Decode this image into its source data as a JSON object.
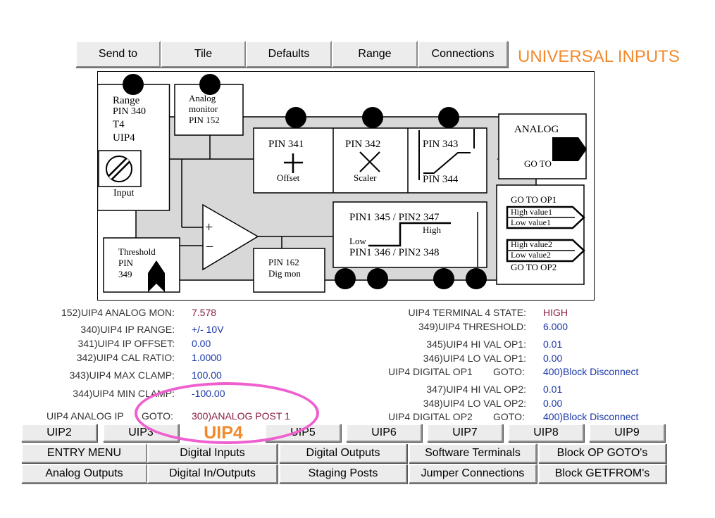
{
  "top_toolbar": {
    "buttons": [
      "Send to",
      "Tile",
      "Defaults",
      "Range",
      "Connections"
    ]
  },
  "page_title": "UNIVERSAL INPUTS",
  "accent_color": "#f28a2c",
  "annotation_color": "#ef5fcf",
  "diagram": {
    "range_block": [
      "Range",
      "PIN 340",
      "T4",
      "UIP4"
    ],
    "input_label": "Input",
    "analog_monitor": [
      "Analog",
      "monitor",
      "PIN 152"
    ],
    "offset_pin": "PIN 341",
    "offset_label": "Offset",
    "scaler_pin": "PIN 342",
    "scaler_label": "Scaler",
    "clamp_pin_hi": "PIN 343",
    "clamp_pin_lo": "PIN 344",
    "analog_goto": {
      "title": "ANALOG",
      "goto": "GO TO"
    },
    "threshold_block": [
      "Threshold",
      "PIN",
      "349"
    ],
    "digmon_block": [
      "PIN 162",
      "Dig mon"
    ],
    "comparator": {
      "top": "PIN1 345 / PIN2 347",
      "bottom": "PIN1 346 / PIN2 348",
      "high": "High",
      "low": "Low"
    },
    "goto_op": {
      "op1": "GO TO OP1",
      "high1": "High value1",
      "low1": "Low value1",
      "high2": "High value2",
      "low2": "Low value2",
      "op2": "GO TO OP2"
    }
  },
  "params_left": [
    {
      "label": "152)UIP4 ANALOG MON:",
      "value": "7.578"
    },
    {
      "label": "340)UIP4 IP RANGE:",
      "value": "+/- 10V"
    },
    {
      "label": "341)UIP4 IP OFFSET:",
      "value": "0.00"
    },
    {
      "label": "342)UIP4 CAL RATIO:",
      "value": "1.0000"
    },
    {
      "label": "343)UIP4 MAX CLAMP:",
      "value": "100.00"
    },
    {
      "label": "344)UIP4 MIN CLAMP:",
      "value": "-100.00"
    },
    {
      "label": "UIP4 ANALOG IP",
      "label2": "GOTO:",
      "value": "300)ANALOG POST 1"
    }
  ],
  "params_right": [
    {
      "label": "UIP4 TERMINAL 4 STATE:",
      "value": "HIGH"
    },
    {
      "label": "349)UIP4 THRESHOLD:",
      "value": "6.000"
    },
    {
      "label": "345)UIP4 HI VAL OP1:",
      "value": "0.01"
    },
    {
      "label": "346)UIP4 LO VAL OP1:",
      "value": "0.00"
    },
    {
      "label": "UIP4 DIGITAL OP1",
      "label2": "GOTO:",
      "value": "400)Block Disconnect"
    },
    {
      "label": "347)UIP4 HI VAL OP2:",
      "value": "0.01"
    },
    {
      "label": "348)UIP4 LO VAL OP2:",
      "value": "0.00"
    },
    {
      "label": "UIP4 DIGITAL OP2",
      "label2": "GOTO:",
      "value": "400)Block Disconnect"
    }
  ],
  "uip_tabs": [
    "UIP2",
    "UIP3",
    "UIP4",
    "UIP5",
    "UIP6",
    "UIP7",
    "UIP8",
    "UIP9"
  ],
  "nav_row1": [
    "ENTRY MENU",
    "Digital Inputs",
    "Digital Outputs",
    "Software Terminals",
    "Block OP GOTO's"
  ],
  "nav_row2": [
    "Analog Outputs",
    "Digital In/Outputs",
    "Staging Posts",
    "Jumper Connections",
    "Block GETFROM's"
  ]
}
